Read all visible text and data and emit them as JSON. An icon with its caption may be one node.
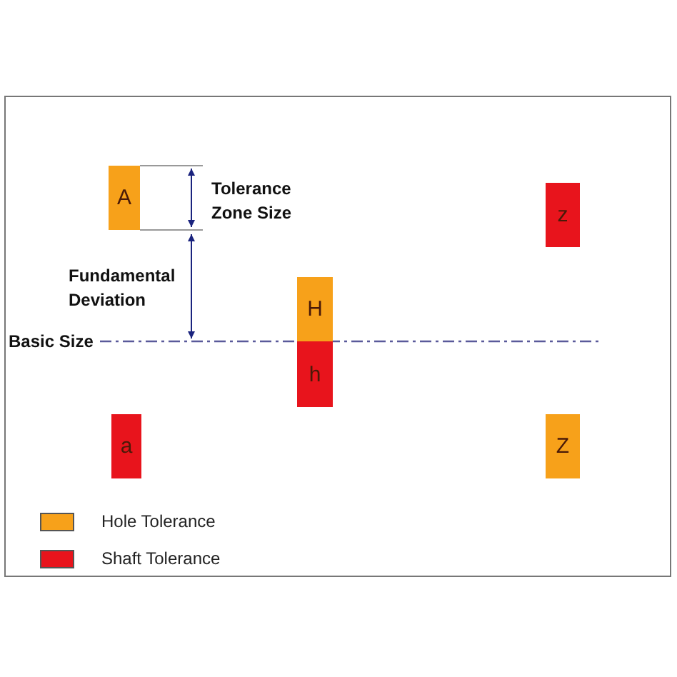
{
  "diagram": {
    "nodes": [
      {
        "text": [
          "A"
        ]
      },
      {
        "text": [
          "z"
        ]
      },
      {
        "text": [
          "H"
        ]
      },
      {
        "text": [
          "h"
        ]
      },
      {
        "text": [
          "a"
        ]
      },
      {
        "text": [
          "Z"
        ]
      }
    ],
    "labels": [
      "Tolerance Zone Size",
      "Fundamental Deviation",
      "Basic Size"
    ],
    "legend": [
      {
        "text": "Hole Tolerance",
        "color": "#f7a11a"
      },
      {
        "text": "Shaft Tolerance",
        "color": "#e8141c"
      }
    ]
  }
}
